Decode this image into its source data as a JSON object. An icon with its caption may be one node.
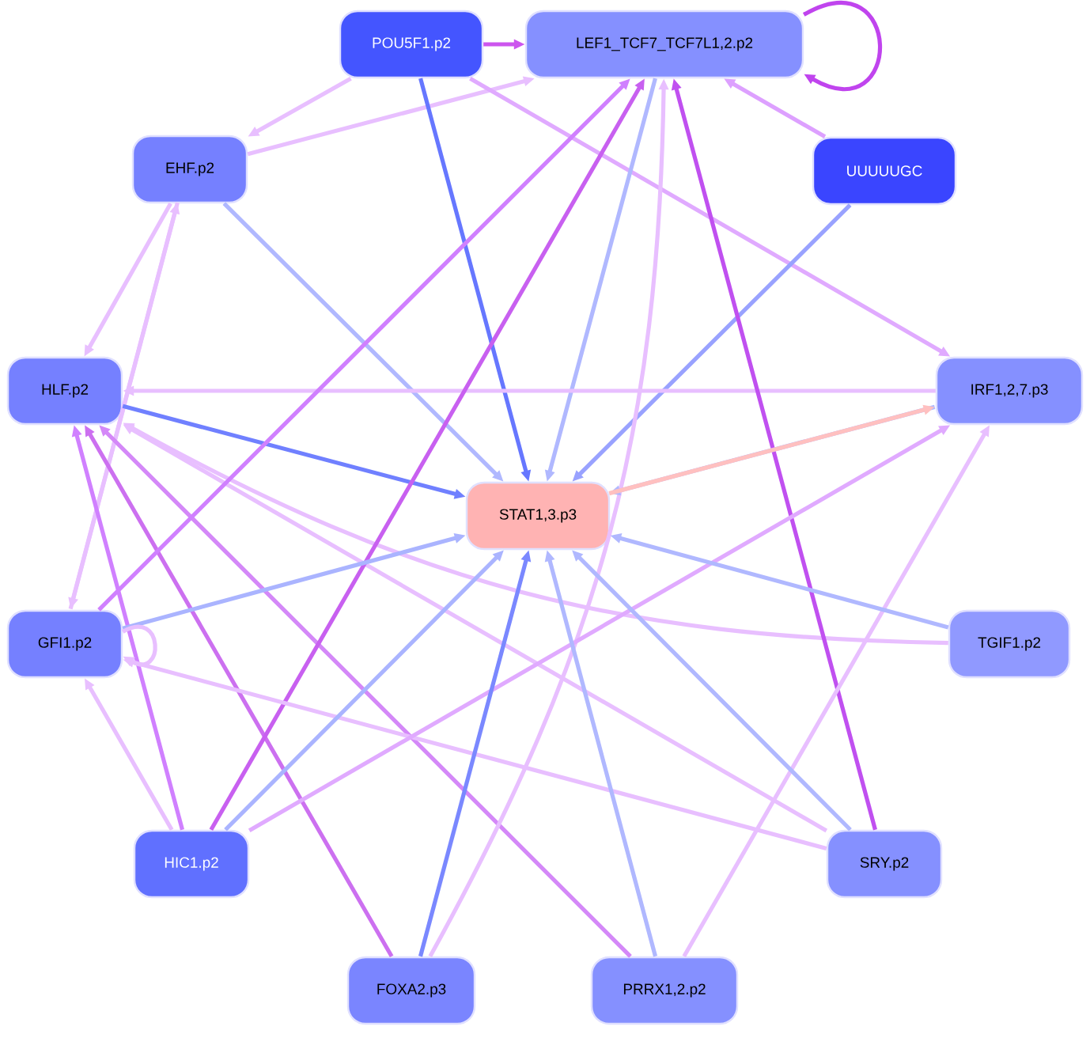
{
  "diagram": {
    "nodes": [
      {
        "text": [
          "POU5F1.p2"
        ]
      },
      {
        "text": [
          "LEF1_TCF7_TCF7L1,2.p2"
        ]
      },
      {
        "text": [
          "EHF.p2"
        ]
      },
      {
        "text": [
          "UUUUUGC"
        ]
      },
      {
        "text": [
          "HLF.p2"
        ]
      },
      {
        "text": [
          "IRF1,2,7.p3"
        ]
      },
      {
        "text": [
          "STAT1,3.p3"
        ]
      },
      {
        "text": [
          "GFI1.p2"
        ]
      },
      {
        "text": [
          "TGIF1.p2"
        ]
      },
      {
        "text": [
          "HIC1.p2"
        ]
      },
      {
        "text": [
          "SRY.p2"
        ]
      },
      {
        "text": [
          "FOXA2.p3"
        ]
      },
      {
        "text": [
          "PRRX1,2.p2"
        ]
      }
    ],
    "edges": [
      {
        "from": 0,
        "to": 1,
        "arrow": "to",
        "color": "#cc55ee"
      },
      {
        "from": 1,
        "to": 1,
        "arrow": "to",
        "color": "#c044ee"
      },
      {
        "from": 0,
        "to": 2,
        "arrow": "to"
      },
      {
        "from": 2,
        "to": 1,
        "arrow": "to"
      },
      {
        "from": 0,
        "to": 6,
        "arrow": "to",
        "color": "#6677ff"
      },
      {
        "from": 0,
        "to": 5,
        "arrow": "to",
        "color": "#e0aaff"
      },
      {
        "from": 3,
        "to": 1,
        "arrow": "to",
        "color": "#dda0ff"
      },
      {
        "from": 3,
        "to": 6,
        "arrow": "to",
        "color": "#99a2ff"
      },
      {
        "from": 1,
        "to": 6,
        "arrow": "to",
        "color": "#b0b8ff"
      },
      {
        "from": 2,
        "to": 4,
        "arrow": "to"
      },
      {
        "from": 2,
        "to": 6,
        "arrow": "to",
        "color": "#b0b8ff"
      },
      {
        "from": 2,
        "to": 7,
        "arrow": "to"
      },
      {
        "from": 7,
        "to": 2,
        "arrow": "to"
      },
      {
        "from": 4,
        "to": 6,
        "arrow": "to",
        "color": "#7080ff"
      },
      {
        "from": 5,
        "to": 4,
        "arrow": "to"
      },
      {
        "from": 8,
        "to": 4,
        "arrow": "to"
      },
      {
        "from": 10,
        "to": 4,
        "arrow": "to"
      },
      {
        "from": 9,
        "to": 4,
        "arrow": "to",
        "color": "#d080ff"
      },
      {
        "from": 11,
        "to": 4,
        "arrow": "to",
        "color": "#cc70f0"
      },
      {
        "from": 12,
        "to": 4,
        "arrow": "to",
        "color": "#d488f8"
      },
      {
        "from": 9,
        "to": 1,
        "arrow": "to",
        "color": "#c860f0"
      },
      {
        "from": 7,
        "to": 1,
        "arrow": "to",
        "color": "#d080ff"
      },
      {
        "from": 11,
        "to": 1,
        "arrow": "to"
      },
      {
        "from": 10,
        "to": 1,
        "arrow": "to",
        "color": "#c050f0"
      },
      {
        "from": 7,
        "to": 6,
        "arrow": "to",
        "color": "#aab4ff"
      },
      {
        "from": 7,
        "to": 7,
        "arrow": "to"
      },
      {
        "from": 10,
        "to": 7,
        "arrow": "to"
      },
      {
        "from": 9,
        "to": 7,
        "arrow": "to"
      },
      {
        "from": 9,
        "to": 6,
        "arrow": "to",
        "color": "#aab4ff"
      },
      {
        "from": 9,
        "to": 5,
        "arrow": "to",
        "color": "#e0aaff"
      },
      {
        "from": 11,
        "to": 6,
        "arrow": "to",
        "color": "#7a88ff"
      },
      {
        "from": 12,
        "to": 6,
        "arrow": "to",
        "color": "#b0b8ff"
      },
      {
        "from": 12,
        "to": 5,
        "arrow": "to"
      },
      {
        "from": 10,
        "to": 6,
        "arrow": "to",
        "color": "#b0b8ff"
      },
      {
        "from": 8,
        "to": 6,
        "arrow": "to",
        "color": "#b0b8ff"
      },
      {
        "from": 5,
        "to": 6,
        "arrow": "to",
        "color": "#b0b8ff"
      },
      {
        "from": 6,
        "to": 5,
        "arrow": "to",
        "color": "#ffc0c0"
      }
    ]
  }
}
